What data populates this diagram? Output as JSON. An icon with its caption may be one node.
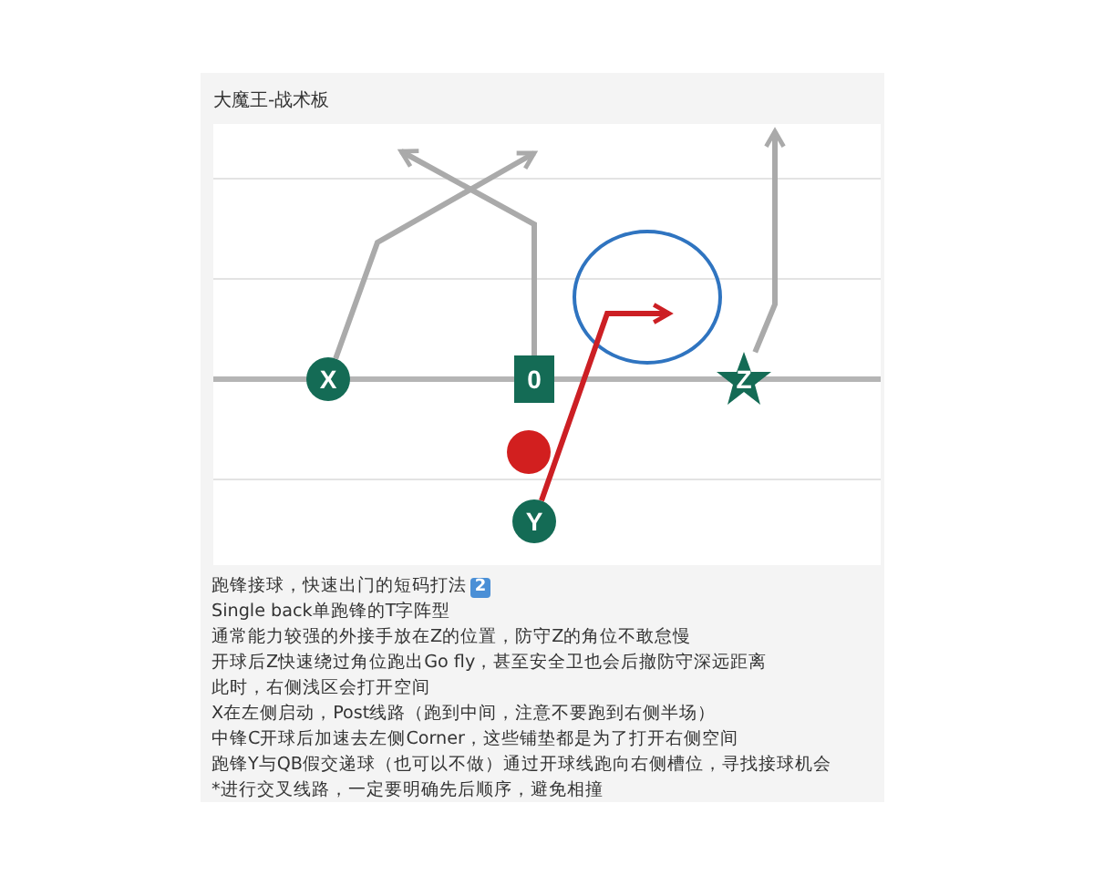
{
  "diagram": {
    "title": "大魔王-战术板",
    "nodes": [
      {
        "text": [
          "X"
        ]
      },
      {
        "text": [
          "0"
        ]
      },
      {
        "text": [
          "Z"
        ]
      },
      {
        "text": [],
        "shape": "circle"
      },
      {
        "text": [
          "Y"
        ]
      },
      {
        "text": [],
        "shape": "circle"
      }
    ],
    "edges": [
      {
        "from": 0,
        "to": null,
        "arrow": "to"
      },
      {
        "from": 1,
        "to": null,
        "arrow": "to"
      },
      {
        "from": 2,
        "to": null,
        "arrow": "to"
      },
      {
        "from": 4,
        "to": 5,
        "arrow": "to",
        "color": "#cc1f24"
      }
    ],
    "labels": [
      "跑锋接球，快速出门的短码打法",
      "2",
      "Single back单跑锋的T字阵型",
      "通常能力较强的外接手放在Z的位置，防守Z的角位不敢怠慢",
      "开球后Z快速绕过角位跑出Go fly，甚至安全卫也会后撤防守深远距离",
      "此时，右侧浅区会打开空间",
      "X在左侧启动，Post线路（跑到中间，注意不要跑到右侧半场）",
      "中锋C开球后加速去左侧Corner，这些铺垫都是为了打开右侧空间",
      "跑锋Y与QB假交递球（也可以不做）通过开球线跑向右侧槽位，寻找接球机会",
      "*进行交叉线路，一定要明确先后顺序，避免相撞"
    ]
  }
}
